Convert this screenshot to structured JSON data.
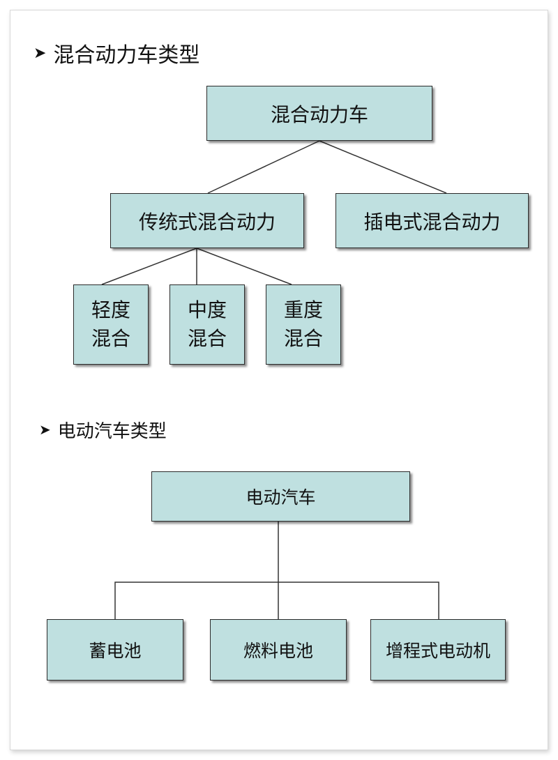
{
  "sections": {
    "hybrid": {
      "heading": "混合动力车类型",
      "root": "混合动力车",
      "children": [
        "传统式混合动力",
        "插电式混合动力"
      ],
      "grandchildren": [
        "轻度\n混合",
        "中度\n混合",
        "重度\n混合"
      ]
    },
    "electric": {
      "heading": "电动汽车类型",
      "root": "电动汽车",
      "children": [
        "蓄电池",
        "燃料电池",
        "增程式电动机"
      ]
    }
  },
  "colors": {
    "node_fill": "#bfe0e0",
    "border": "#2a2a2a"
  },
  "icons": {
    "bullet": "arrowhead-bullet-icon"
  }
}
